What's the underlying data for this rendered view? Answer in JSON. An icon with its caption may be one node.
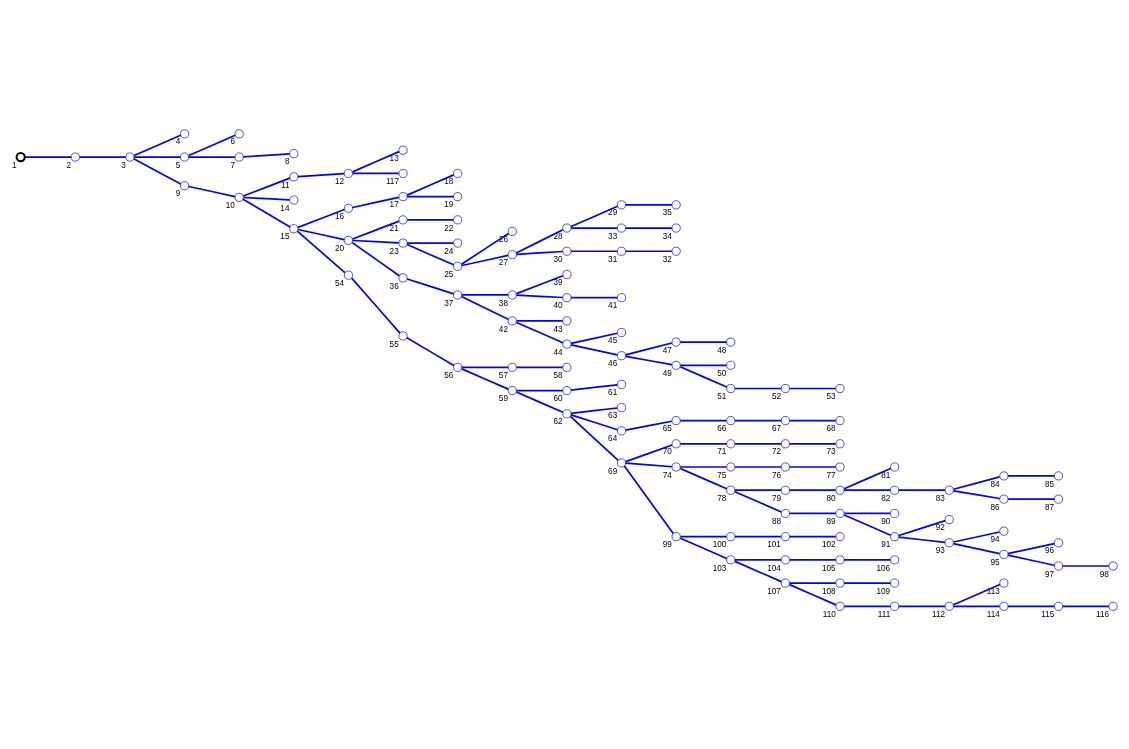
{
  "diagram": {
    "nodes": [
      {
        "text": [],
        "shape": "cross",
        "beside": [
          "1"
        ]
      },
      {
        "text": [],
        "shape": "circle",
        "beside": [
          "2"
        ]
      },
      {
        "text": [],
        "shape": "circle",
        "beside": [
          "3"
        ]
      },
      {
        "text": [],
        "shape": "circle",
        "beside": [
          "4"
        ]
      },
      {
        "text": [],
        "shape": "circle",
        "beside": [
          "5"
        ]
      },
      {
        "text": [],
        "shape": "circle",
        "beside": [
          "6"
        ]
      },
      {
        "text": [],
        "shape": "circle",
        "beside": [
          "7"
        ]
      },
      {
        "text": [],
        "shape": "circle",
        "beside": [
          "8"
        ]
      },
      {
        "text": [],
        "shape": "circle",
        "beside": [
          "9"
        ]
      },
      {
        "text": [],
        "shape": "circle",
        "beside": [
          "10"
        ]
      },
      {
        "text": [],
        "shape": "circle",
        "beside": [
          "11"
        ]
      },
      {
        "text": [],
        "shape": "circle",
        "beside": [
          "12"
        ]
      },
      {
        "text": [],
        "shape": "circle",
        "beside": [
          "13"
        ]
      },
      {
        "text": [],
        "shape": "circle",
        "beside": [
          "14"
        ]
      },
      {
        "text": [],
        "shape": "circle",
        "beside": [
          "15"
        ]
      },
      {
        "text": [],
        "shape": "circle",
        "beside": [
          "16"
        ]
      },
      {
        "text": [],
        "shape": "circle",
        "beside": [
          "17"
        ]
      },
      {
        "text": [],
        "shape": "circle",
        "beside": [
          "18"
        ]
      },
      {
        "text": [],
        "shape": "circle",
        "beside": [
          "19"
        ]
      },
      {
        "text": [],
        "shape": "circle",
        "beside": [
          "20"
        ]
      },
      {
        "text": [],
        "shape": "circle",
        "beside": [
          "21"
        ]
      },
      {
        "text": [],
        "shape": "circle",
        "beside": [
          "22"
        ]
      },
      {
        "text": [],
        "shape": "circle",
        "beside": [
          "23"
        ]
      },
      {
        "text": [],
        "shape": "circle",
        "beside": [
          "24"
        ]
      },
      {
        "text": [],
        "shape": "circle",
        "beside": [
          "25"
        ]
      },
      {
        "text": [],
        "shape": "circle",
        "beside": [
          "26"
        ]
      },
      {
        "text": [],
        "shape": "circle",
        "beside": [
          "27"
        ]
      },
      {
        "text": [],
        "shape": "circle",
        "beside": [
          "28"
        ]
      },
      {
        "text": [],
        "shape": "circle",
        "beside": [
          "29"
        ]
      },
      {
        "text": [],
        "shape": "circle",
        "beside": [
          "30"
        ]
      },
      {
        "text": [],
        "shape": "circle",
        "beside": [
          "31"
        ]
      },
      {
        "text": [],
        "shape": "circle",
        "beside": [
          "32"
        ]
      },
      {
        "text": [],
        "shape": "circle",
        "beside": [
          "33"
        ]
      },
      {
        "text": [],
        "shape": "circle",
        "beside": [
          "34"
        ]
      },
      {
        "text": [],
        "shape": "circle",
        "beside": [
          "35"
        ]
      },
      {
        "text": [],
        "shape": "circle",
        "beside": [
          "36"
        ]
      },
      {
        "text": [],
        "shape": "circle",
        "beside": [
          "37"
        ]
      },
      {
        "text": [],
        "shape": "circle",
        "beside": [
          "38"
        ]
      },
      {
        "text": [],
        "shape": "circle",
        "beside": [
          "39"
        ]
      },
      {
        "text": [],
        "shape": "circle",
        "beside": [
          "40"
        ]
      },
      {
        "text": [],
        "shape": "circle",
        "beside": [
          "41"
        ]
      },
      {
        "text": [],
        "shape": "circle",
        "beside": [
          "42"
        ]
      },
      {
        "text": [],
        "shape": "circle",
        "beside": [
          "43"
        ]
      },
      {
        "text": [],
        "shape": "circle",
        "beside": [
          "44"
        ]
      },
      {
        "text": [],
        "shape": "circle",
        "beside": [
          "45"
        ]
      },
      {
        "text": [],
        "shape": "circle",
        "beside": [
          "46"
        ]
      },
      {
        "text": [],
        "shape": "circle",
        "beside": [
          "47"
        ]
      },
      {
        "text": [],
        "shape": "circle",
        "beside": [
          "48"
        ]
      },
      {
        "text": [],
        "shape": "circle",
        "beside": [
          "49"
        ]
      },
      {
        "text": [],
        "shape": "circle",
        "beside": [
          "50"
        ]
      },
      {
        "text": [],
        "shape": "circle",
        "beside": [
          "51"
        ]
      },
      {
        "text": [],
        "shape": "circle",
        "beside": [
          "52"
        ]
      },
      {
        "text": [],
        "shape": "circle",
        "beside": [
          "53"
        ]
      },
      {
        "text": [],
        "shape": "circle",
        "beside": [
          "54"
        ]
      },
      {
        "text": [],
        "shape": "circle",
        "beside": [
          "55"
        ]
      },
      {
        "text": [],
        "shape": "circle",
        "beside": [
          "56"
        ]
      },
      {
        "text": [],
        "shape": "circle",
        "beside": [
          "57"
        ]
      },
      {
        "text": [],
        "shape": "circle",
        "beside": [
          "58"
        ]
      },
      {
        "text": [],
        "shape": "circle",
        "beside": [
          "59"
        ]
      },
      {
        "text": [],
        "shape": "circle",
        "beside": [
          "60"
        ]
      },
      {
        "text": [],
        "shape": "circle",
        "beside": [
          "61"
        ]
      },
      {
        "text": [],
        "shape": "circle",
        "beside": [
          "62"
        ]
      },
      {
        "text": [],
        "shape": "circle",
        "beside": [
          "63"
        ]
      },
      {
        "text": [],
        "shape": "circle",
        "beside": [
          "64"
        ]
      },
      {
        "text": [],
        "shape": "circle",
        "beside": [
          "65"
        ]
      },
      {
        "text": [],
        "shape": "circle",
        "beside": [
          "66"
        ]
      },
      {
        "text": [],
        "shape": "circle",
        "beside": [
          "67"
        ]
      },
      {
        "text": [],
        "shape": "circle",
        "beside": [
          "68"
        ]
      },
      {
        "text": [],
        "shape": "circle",
        "beside": [
          "69"
        ]
      },
      {
        "text": [],
        "shape": "circle",
        "beside": [
          "70"
        ]
      },
      {
        "text": [],
        "shape": "circle",
        "beside": [
          "71"
        ]
      },
      {
        "text": [],
        "shape": "circle",
        "beside": [
          "72"
        ]
      },
      {
        "text": [],
        "shape": "circle",
        "beside": [
          "73"
        ]
      },
      {
        "text": [],
        "shape": "circle",
        "beside": [
          "74"
        ]
      },
      {
        "text": [],
        "shape": "circle",
        "beside": [
          "75"
        ]
      },
      {
        "text": [],
        "shape": "circle",
        "beside": [
          "76"
        ]
      },
      {
        "text": [],
        "shape": "circle",
        "beside": [
          "77"
        ]
      },
      {
        "text": [],
        "shape": "circle",
        "beside": [
          "78"
        ]
      },
      {
        "text": [],
        "shape": "circle",
        "beside": [
          "79"
        ]
      },
      {
        "text": [],
        "shape": "circle",
        "beside": [
          "80"
        ]
      },
      {
        "text": [],
        "shape": "circle",
        "beside": [
          "81"
        ]
      },
      {
        "text": [],
        "shape": "circle",
        "beside": [
          "82"
        ]
      },
      {
        "text": [],
        "shape": "circle",
        "beside": [
          "83"
        ]
      },
      {
        "text": [],
        "shape": "circle",
        "beside": [
          "84"
        ]
      },
      {
        "text": [],
        "shape": "circle",
        "beside": [
          "85"
        ]
      },
      {
        "text": [],
        "shape": "circle",
        "beside": [
          "86"
        ]
      },
      {
        "text": [],
        "shape": "circle",
        "beside": [
          "87"
        ]
      },
      {
        "text": [],
        "shape": "circle",
        "beside": [
          "88"
        ]
      },
      {
        "text": [],
        "shape": "circle",
        "beside": [
          "89"
        ]
      },
      {
        "text": [],
        "shape": "circle",
        "beside": [
          "90"
        ]
      },
      {
        "text": [],
        "shape": "circle",
        "beside": [
          "91"
        ]
      },
      {
        "text": [],
        "shape": "circle",
        "beside": [
          "92"
        ]
      },
      {
        "text": [],
        "shape": "circle",
        "beside": [
          "93"
        ]
      },
      {
        "text": [],
        "shape": "circle",
        "beside": [
          "94"
        ]
      },
      {
        "text": [],
        "shape": "circle",
        "beside": [
          "95"
        ]
      },
      {
        "text": [],
        "shape": "circle",
        "beside": [
          "96"
        ]
      },
      {
        "text": [],
        "shape": "circle",
        "beside": [
          "97"
        ]
      },
      {
        "text": [],
        "shape": "circle",
        "beside": [
          "98"
        ]
      },
      {
        "text": [],
        "shape": "circle",
        "beside": [
          "99"
        ]
      },
      {
        "text": [],
        "shape": "circle",
        "beside": [
          "100"
        ]
      },
      {
        "text": [],
        "shape": "circle",
        "beside": [
          "101"
        ]
      },
      {
        "text": [],
        "shape": "circle",
        "beside": [
          "102"
        ]
      },
      {
        "text": [],
        "shape": "circle",
        "beside": [
          "103"
        ]
      },
      {
        "text": [],
        "shape": "circle",
        "beside": [
          "104"
        ]
      },
      {
        "text": [],
        "shape": "circle",
        "beside": [
          "105"
        ]
      },
      {
        "text": [],
        "shape": "circle",
        "beside": [
          "106"
        ]
      },
      {
        "text": [],
        "shape": "circle",
        "beside": [
          "107"
        ]
      },
      {
        "text": [],
        "shape": "circle",
        "beside": [
          "108"
        ]
      },
      {
        "text": [],
        "shape": "circle",
        "beside": [
          "109"
        ]
      },
      {
        "text": [],
        "shape": "circle",
        "beside": [
          "110"
        ]
      },
      {
        "text": [],
        "shape": "circle",
        "beside": [
          "111"
        ]
      },
      {
        "text": [],
        "shape": "circle",
        "beside": [
          "112"
        ]
      },
      {
        "text": [],
        "shape": "circle",
        "beside": [
          "113"
        ]
      },
      {
        "text": [],
        "shape": "circle",
        "beside": [
          "114"
        ]
      },
      {
        "text": [],
        "shape": "circle",
        "beside": [
          "115"
        ]
      },
      {
        "text": [],
        "shape": "circle",
        "beside": [
          "116"
        ]
      },
      {
        "text": [],
        "shape": "circle",
        "beside": [
          "117"
        ]
      }
    ],
    "edges": [
      {
        "from": 0,
        "to": 1,
        "arrow": "none"
      },
      {
        "from": 1,
        "to": 2,
        "arrow": "none"
      },
      {
        "from": 2,
        "to": 3,
        "arrow": "none"
      },
      {
        "from": 2,
        "to": 4,
        "arrow": "none"
      },
      {
        "from": 4,
        "to": 5,
        "arrow": "none"
      },
      {
        "from": 4,
        "to": 6,
        "arrow": "none"
      },
      {
        "from": 6,
        "to": 7,
        "arrow": "none"
      },
      {
        "from": 2,
        "to": 8,
        "arrow": "none"
      },
      {
        "from": 8,
        "to": 9,
        "arrow": "none"
      },
      {
        "from": 9,
        "to": 10,
        "arrow": "none"
      },
      {
        "from": 10,
        "to": 11,
        "arrow": "none"
      },
      {
        "from": 11,
        "to": 12,
        "arrow": "none"
      },
      {
        "from": 11,
        "to": 116,
        "arrow": "none"
      },
      {
        "from": 9,
        "to": 13,
        "arrow": "none"
      },
      {
        "from": 9,
        "to": 14,
        "arrow": "none"
      },
      {
        "from": 14,
        "to": 15,
        "arrow": "none"
      },
      {
        "from": 15,
        "to": 16,
        "arrow": "none"
      },
      {
        "from": 16,
        "to": 17,
        "arrow": "none"
      },
      {
        "from": 16,
        "to": 18,
        "arrow": "none"
      },
      {
        "from": 14,
        "to": 19,
        "arrow": "none"
      },
      {
        "from": 19,
        "to": 20,
        "arrow": "none"
      },
      {
        "from": 20,
        "to": 21,
        "arrow": "none"
      },
      {
        "from": 19,
        "to": 22,
        "arrow": "none"
      },
      {
        "from": 22,
        "to": 23,
        "arrow": "none"
      },
      {
        "from": 22,
        "to": 24,
        "arrow": "none"
      },
      {
        "from": 24,
        "to": 25,
        "arrow": "none"
      },
      {
        "from": 24,
        "to": 26,
        "arrow": "none"
      },
      {
        "from": 26,
        "to": 27,
        "arrow": "none"
      },
      {
        "from": 27,
        "to": 28,
        "arrow": "none"
      },
      {
        "from": 28,
        "to": 34,
        "arrow": "none"
      },
      {
        "from": 27,
        "to": 32,
        "arrow": "none"
      },
      {
        "from": 32,
        "to": 33,
        "arrow": "none"
      },
      {
        "from": 26,
        "to": 29,
        "arrow": "none"
      },
      {
        "from": 29,
        "to": 30,
        "arrow": "none"
      },
      {
        "from": 30,
        "to": 31,
        "arrow": "none"
      },
      {
        "from": 19,
        "to": 35,
        "arrow": "none"
      },
      {
        "from": 35,
        "to": 36,
        "arrow": "none"
      },
      {
        "from": 36,
        "to": 37,
        "arrow": "none"
      },
      {
        "from": 37,
        "to": 38,
        "arrow": "none"
      },
      {
        "from": 37,
        "to": 39,
        "arrow": "none"
      },
      {
        "from": 39,
        "to": 40,
        "arrow": "none"
      },
      {
        "from": 36,
        "to": 41,
        "arrow": "none"
      },
      {
        "from": 41,
        "to": 42,
        "arrow": "none"
      },
      {
        "from": 41,
        "to": 43,
        "arrow": "none"
      },
      {
        "from": 43,
        "to": 44,
        "arrow": "none"
      },
      {
        "from": 43,
        "to": 45,
        "arrow": "none"
      },
      {
        "from": 45,
        "to": 46,
        "arrow": "none"
      },
      {
        "from": 46,
        "to": 47,
        "arrow": "none"
      },
      {
        "from": 45,
        "to": 48,
        "arrow": "none"
      },
      {
        "from": 48,
        "to": 49,
        "arrow": "none"
      },
      {
        "from": 48,
        "to": 50,
        "arrow": "none"
      },
      {
        "from": 50,
        "to": 51,
        "arrow": "none"
      },
      {
        "from": 51,
        "to": 52,
        "arrow": "none"
      },
      {
        "from": 14,
        "to": 53,
        "arrow": "none"
      },
      {
        "from": 53,
        "to": 54,
        "arrow": "none"
      },
      {
        "from": 54,
        "to": 55,
        "arrow": "none"
      },
      {
        "from": 55,
        "to": 56,
        "arrow": "none"
      },
      {
        "from": 56,
        "to": 57,
        "arrow": "none"
      },
      {
        "from": 55,
        "to": 58,
        "arrow": "none"
      },
      {
        "from": 58,
        "to": 59,
        "arrow": "none"
      },
      {
        "from": 59,
        "to": 60,
        "arrow": "none"
      },
      {
        "from": 58,
        "to": 61,
        "arrow": "none"
      },
      {
        "from": 61,
        "to": 62,
        "arrow": "none"
      },
      {
        "from": 61,
        "to": 63,
        "arrow": "none"
      },
      {
        "from": 63,
        "to": 64,
        "arrow": "none"
      },
      {
        "from": 64,
        "to": 65,
        "arrow": "none"
      },
      {
        "from": 65,
        "to": 66,
        "arrow": "none"
      },
      {
        "from": 66,
        "to": 67,
        "arrow": "none"
      },
      {
        "from": 61,
        "to": 68,
        "arrow": "none"
      },
      {
        "from": 68,
        "to": 69,
        "arrow": "none"
      },
      {
        "from": 69,
        "to": 70,
        "arrow": "none"
      },
      {
        "from": 70,
        "to": 71,
        "arrow": "none"
      },
      {
        "from": 71,
        "to": 72,
        "arrow": "none"
      },
      {
        "from": 68,
        "to": 73,
        "arrow": "none"
      },
      {
        "from": 73,
        "to": 74,
        "arrow": "none"
      },
      {
        "from": 74,
        "to": 75,
        "arrow": "none"
      },
      {
        "from": 75,
        "to": 76,
        "arrow": "none"
      },
      {
        "from": 73,
        "to": 77,
        "arrow": "none"
      },
      {
        "from": 77,
        "to": 78,
        "arrow": "none"
      },
      {
        "from": 78,
        "to": 79,
        "arrow": "none"
      },
      {
        "from": 79,
        "to": 80,
        "arrow": "none"
      },
      {
        "from": 79,
        "to": 81,
        "arrow": "none"
      },
      {
        "from": 81,
        "to": 82,
        "arrow": "none"
      },
      {
        "from": 82,
        "to": 83,
        "arrow": "none"
      },
      {
        "from": 83,
        "to": 84,
        "arrow": "none"
      },
      {
        "from": 82,
        "to": 85,
        "arrow": "none"
      },
      {
        "from": 85,
        "to": 86,
        "arrow": "none"
      },
      {
        "from": 77,
        "to": 87,
        "arrow": "none"
      },
      {
        "from": 87,
        "to": 88,
        "arrow": "none"
      },
      {
        "from": 88,
        "to": 89,
        "arrow": "none"
      },
      {
        "from": 88,
        "to": 90,
        "arrow": "none"
      },
      {
        "from": 90,
        "to": 91,
        "arrow": "none"
      },
      {
        "from": 90,
        "to": 92,
        "arrow": "none"
      },
      {
        "from": 92,
        "to": 93,
        "arrow": "none"
      },
      {
        "from": 92,
        "to": 94,
        "arrow": "none"
      },
      {
        "from": 94,
        "to": 95,
        "arrow": "none"
      },
      {
        "from": 94,
        "to": 96,
        "arrow": "none"
      },
      {
        "from": 96,
        "to": 97,
        "arrow": "none"
      },
      {
        "from": 68,
        "to": 98,
        "arrow": "none"
      },
      {
        "from": 98,
        "to": 99,
        "arrow": "none"
      },
      {
        "from": 99,
        "to": 100,
        "arrow": "none"
      },
      {
        "from": 100,
        "to": 101,
        "arrow": "none"
      },
      {
        "from": 98,
        "to": 102,
        "arrow": "none"
      },
      {
        "from": 102,
        "to": 103,
        "arrow": "none"
      },
      {
        "from": 103,
        "to": 104,
        "arrow": "none"
      },
      {
        "from": 104,
        "to": 105,
        "arrow": "none"
      },
      {
        "from": 102,
        "to": 106,
        "arrow": "none"
      },
      {
        "from": 106,
        "to": 107,
        "arrow": "none"
      },
      {
        "from": 107,
        "to": 108,
        "arrow": "none"
      },
      {
        "from": 106,
        "to": 109,
        "arrow": "none"
      },
      {
        "from": 109,
        "to": 110,
        "arrow": "none"
      },
      {
        "from": 110,
        "to": 111,
        "arrow": "none"
      },
      {
        "from": 111,
        "to": 112,
        "arrow": "none"
      },
      {
        "from": 111,
        "to": 113,
        "arrow": "none"
      },
      {
        "from": 113,
        "to": 114,
        "arrow": "none"
      },
      {
        "from": 114,
        "to": 115,
        "arrow": "none"
      }
    ]
  }
}
